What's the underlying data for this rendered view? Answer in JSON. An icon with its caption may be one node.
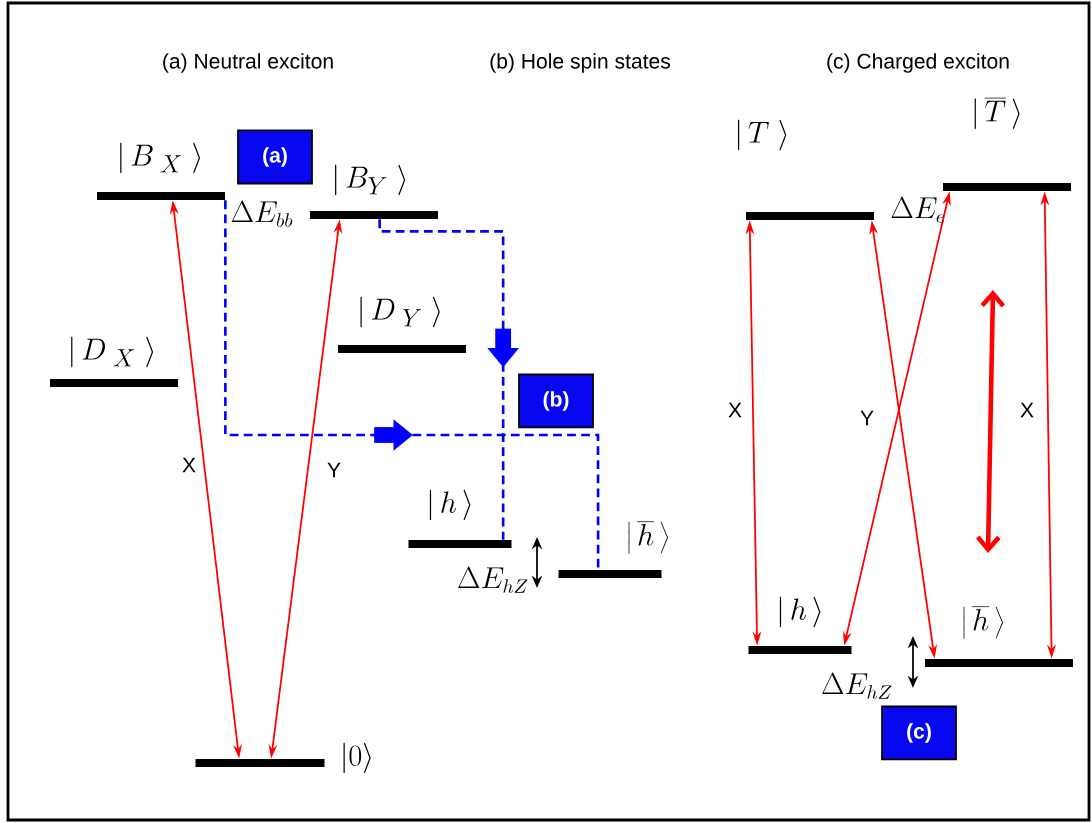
{
  "diagram": {
    "nodes": [
      {
        "text": [
          "\\left|\\,B_{\\;X}\\;\\right\\rangle"
        ]
      },
      {
        "text": [
          "(a)"
        ]
      },
      {
        "text": [
          "\\left|\\,B_{Y}\\;\\right\\rangle"
        ]
      },
      {
        "text": [
          "\\left|\\,D_{\\;X}\\;\\right\\rangle"
        ]
      },
      {
        "text": [
          "\\left|\\,D_{\\;Y}\\;\\right\\rangle"
        ]
      },
      {
        "text": [
          "(b)"
        ]
      },
      {
        "text": [
          "\\left|\\,h\\,\\right\\rangle"
        ]
      },
      {
        "text": [
          "\\left|\\,\\overline{h}\\,\\right\\rangle"
        ]
      },
      {
        "text": [
          "\\left|0\\right\\rangle"
        ]
      },
      {
        "text": [
          "\\left|\\,T\\;\\right\\rangle"
        ]
      },
      {
        "text": [
          "\\left|\\,\\overline{T}\\,\\right\\rangle"
        ]
      },
      {
        "text": [
          "\\left|\\,h\\,\\right\\rangle"
        ]
      },
      {
        "text": [
          "\\left|\\,\\overline{h}\\,\\right\\rangle"
        ]
      },
      {
        "text": [
          "(c)"
        ]
      }
    ],
    "edges": [
      {
        "from": 8,
        "to": 0,
        "arrow": "both",
        "label": "X"
      },
      {
        "from": 8,
        "to": 2,
        "arrow": "both",
        "label": "Y"
      },
      {
        "from": 2,
        "to": 6,
        "arrow": "to",
        "style": "dashed",
        "color": "#0000ff"
      },
      {
        "from": 0,
        "to": 7,
        "arrow": "to",
        "style": "dashed",
        "color": "#0000ff"
      },
      {
        "from": 11,
        "to": 9,
        "arrow": "both",
        "label": "X"
      },
      {
        "from": 9,
        "to": 12,
        "arrow": "both",
        "label": "Y"
      },
      {
        "from": 11,
        "to": 10,
        "arrow": "both"
      },
      {
        "from": 12,
        "to": 10,
        "arrow": "both",
        "label": "X"
      }
    ],
    "labels": [
      "(a) Neutral exciton",
      "(b) Hole spin states",
      "(c) Charged exciton",
      "\\Delta E_{bb}",
      "\\Delta E_{e}",
      "\\Delta E_{hZ}",
      "\\Delta E_{hZ}"
    ]
  }
}
